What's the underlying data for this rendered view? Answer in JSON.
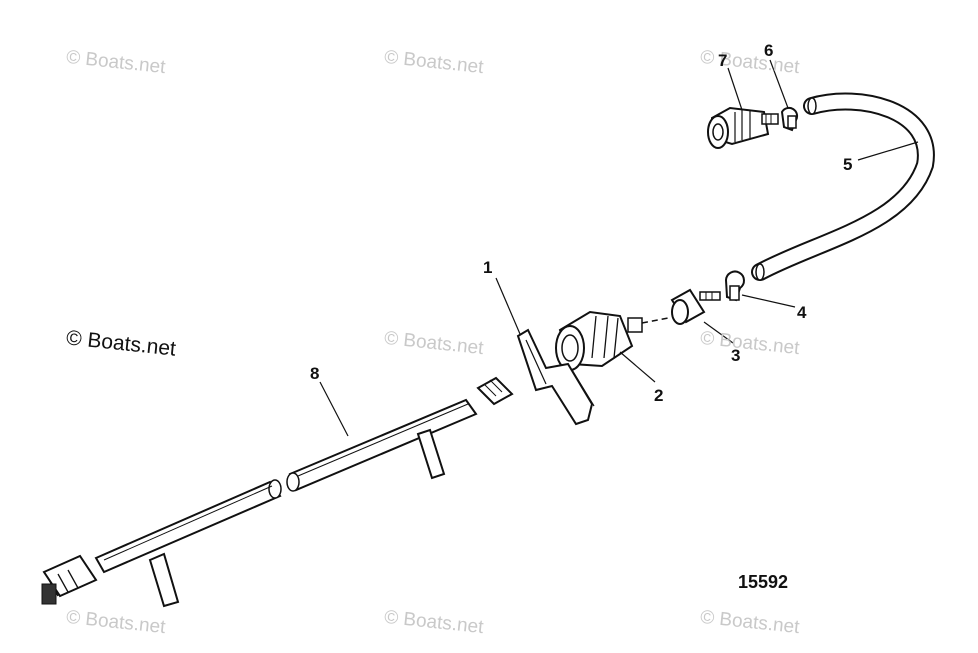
{
  "watermarks": {
    "tl": "© Boats.net",
    "tm": "© Boats.net",
    "tr": "© Boats.net",
    "ml": "© Boats.net",
    "mm": "© Boats.net",
    "mr": "© Boats.net",
    "bl": "© Boats.net",
    "bm": "© Boats.net",
    "br": "© Boats.net"
  },
  "callouts": {
    "c1": "1",
    "c2": "2",
    "c3": "3",
    "c4": "4",
    "c5": "5",
    "c6": "6",
    "c7": "7",
    "c8": "8"
  },
  "drawing_number": "15592"
}
